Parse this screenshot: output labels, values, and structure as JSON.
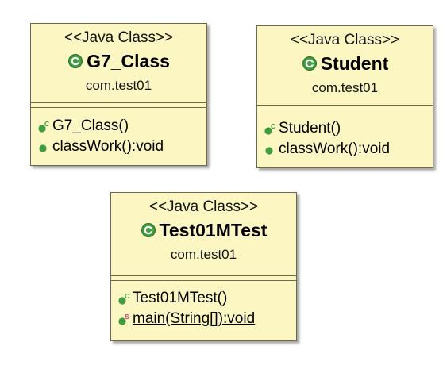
{
  "classes": [
    {
      "stereotype": "<<Java Class>>",
      "name": "G7_Class",
      "package": "com.test01",
      "methods": [
        {
          "label": "G7_Class()",
          "marker": "C",
          "icon": "constructor-icon"
        },
        {
          "label": "classWork():void",
          "marker": "",
          "icon": "public-method-icon"
        }
      ]
    },
    {
      "stereotype": "<<Java Class>>",
      "name": "Student",
      "package": "com.test01",
      "methods": [
        {
          "label": "Student()",
          "marker": "C",
          "icon": "constructor-icon"
        },
        {
          "label": "classWork():void",
          "marker": "",
          "icon": "public-method-icon"
        }
      ]
    },
    {
      "stereotype": "<<Java Class>>",
      "name": "Test01MTest",
      "package": "com.test01",
      "methods": [
        {
          "label": "Test01MTest()",
          "marker": "C",
          "icon": "constructor-icon"
        },
        {
          "label": "main(String[]):void",
          "marker": "S",
          "icon": "static-method-icon"
        }
      ]
    }
  ],
  "colors": {
    "box_fill": "#fcf6c2",
    "border": "#6b6b4a",
    "method_icon": "#3f9c3f",
    "static_marker": "#c0307a"
  }
}
